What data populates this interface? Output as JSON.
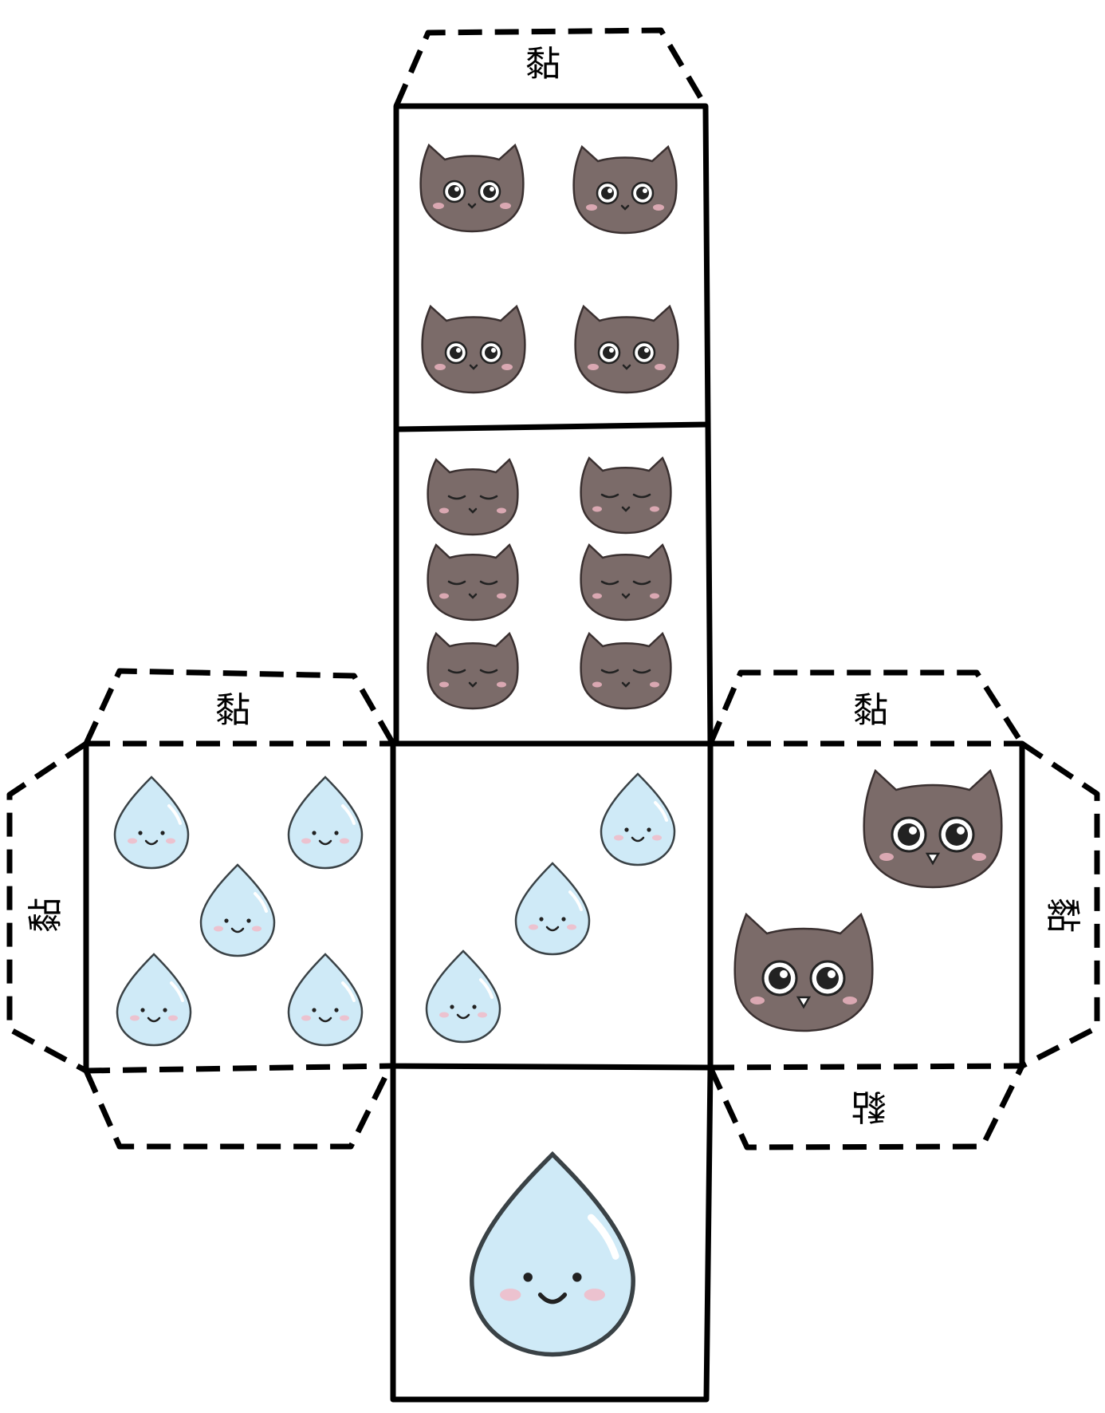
{
  "glue_label": "黏",
  "colors": {
    "line": "#000000",
    "cat_fur": "#7b6b69",
    "drop_fill": "#cfeaf7",
    "blush": "#f3b8c4"
  },
  "icons": {
    "cat_face_icon": "cat-face-icon",
    "water_drop_icon": "water-drop-icon"
  },
  "faces": {
    "top": {
      "icon": "cat-face-icon",
      "count": 4,
      "style": "round-eyes"
    },
    "upper_middle": {
      "icon": "cat-face-icon",
      "count": 6,
      "style": "sleepy-eyes"
    },
    "left": {
      "icon": "water-drop-icon",
      "count": 5
    },
    "center": {
      "icon": "water-drop-icon",
      "count": 3
    },
    "right": {
      "icon": "cat-face-icon",
      "count": 2,
      "style": "owl-eyes"
    },
    "bottom": {
      "icon": "water-drop-icon",
      "count": 1
    }
  }
}
